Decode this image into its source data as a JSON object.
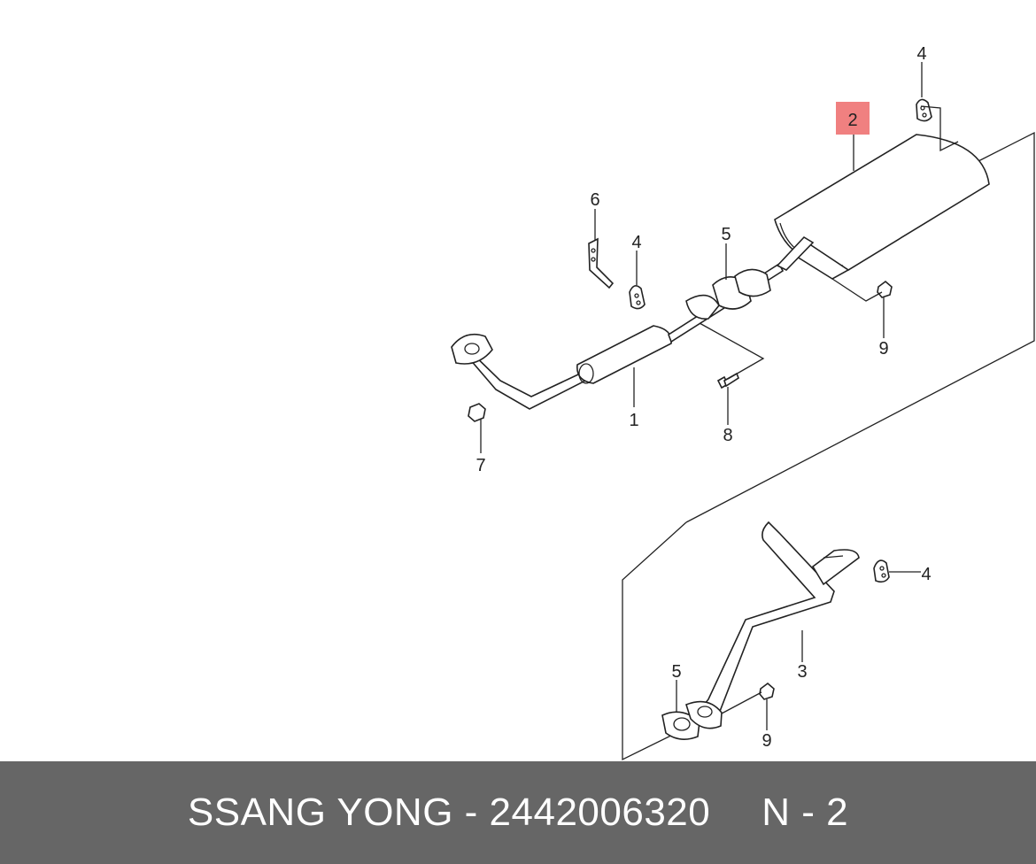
{
  "footer": {
    "brand": "SSANG YONG",
    "separator": " - ",
    "part_number": "2442006320",
    "ref_separator": "N - 2",
    "highlight_color": "#f08080"
  },
  "callouts": {
    "c1": "1",
    "c2": "2",
    "c3": "3",
    "c4a": "4",
    "c4b": "4",
    "c4c": "4",
    "c5a": "5",
    "c5b": "5",
    "c6": "6",
    "c7": "7",
    "c8": "8",
    "c9a": "9",
    "c9b": "9"
  }
}
